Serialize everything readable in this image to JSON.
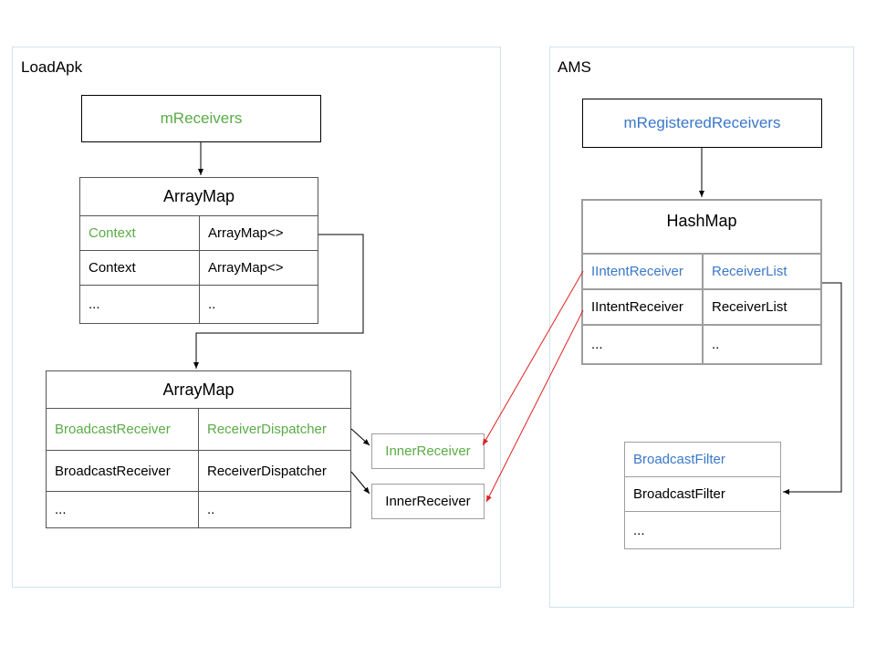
{
  "loadapk": {
    "title": "LoadApk",
    "mreceivers": "mReceivers",
    "arraymap1": {
      "header": "ArrayMap",
      "rows": [
        [
          "Context",
          "ArrayMap<>"
        ],
        [
          "Context",
          "ArrayMap<>"
        ],
        [
          "...",
          ".."
        ]
      ]
    },
    "arraymap2": {
      "header": "ArrayMap",
      "rows": [
        [
          "BroadcastReceiver",
          "ReceiverDispatcher"
        ],
        [
          "BroadcastReceiver",
          "ReceiverDispatcher"
        ],
        [
          "...",
          ".."
        ]
      ]
    },
    "inner1": "InnerReceiver",
    "inner2": "InnerReceiver"
  },
  "ams": {
    "title": "AMS",
    "mregistered": "mRegisteredReceivers",
    "hashmap": {
      "header": "HashMap",
      "rows": [
        [
          "IIntentReceiver",
          "ReceiverList"
        ],
        [
          "IIntentReceiver",
          "ReceiverList"
        ],
        [
          "...",
          ".."
        ]
      ]
    },
    "filters": [
      "BroadcastFilter",
      "BroadcastFilter",
      "..."
    ]
  },
  "colors": {
    "green": "#5aab46",
    "blue": "#3a78c9",
    "red_arrow": "#e02020",
    "panel_border": "#cfe3ee"
  }
}
